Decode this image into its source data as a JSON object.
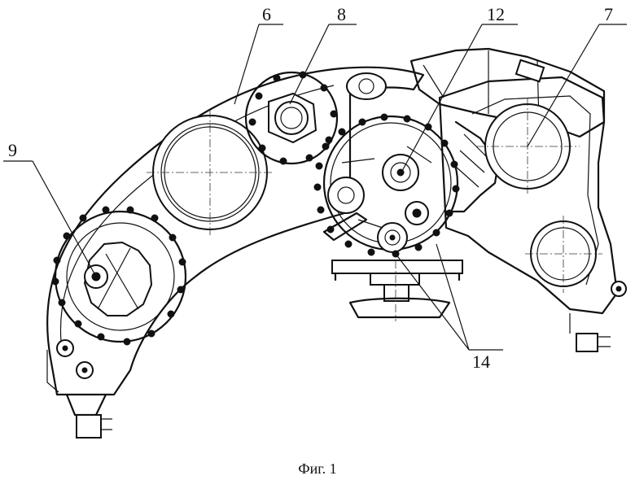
{
  "figure": {
    "caption": "Фиг. 1",
    "labels": {
      "l6": "6",
      "l8": "8",
      "l12": "12",
      "l7": "7",
      "l9": "9",
      "l14": "14"
    }
  }
}
